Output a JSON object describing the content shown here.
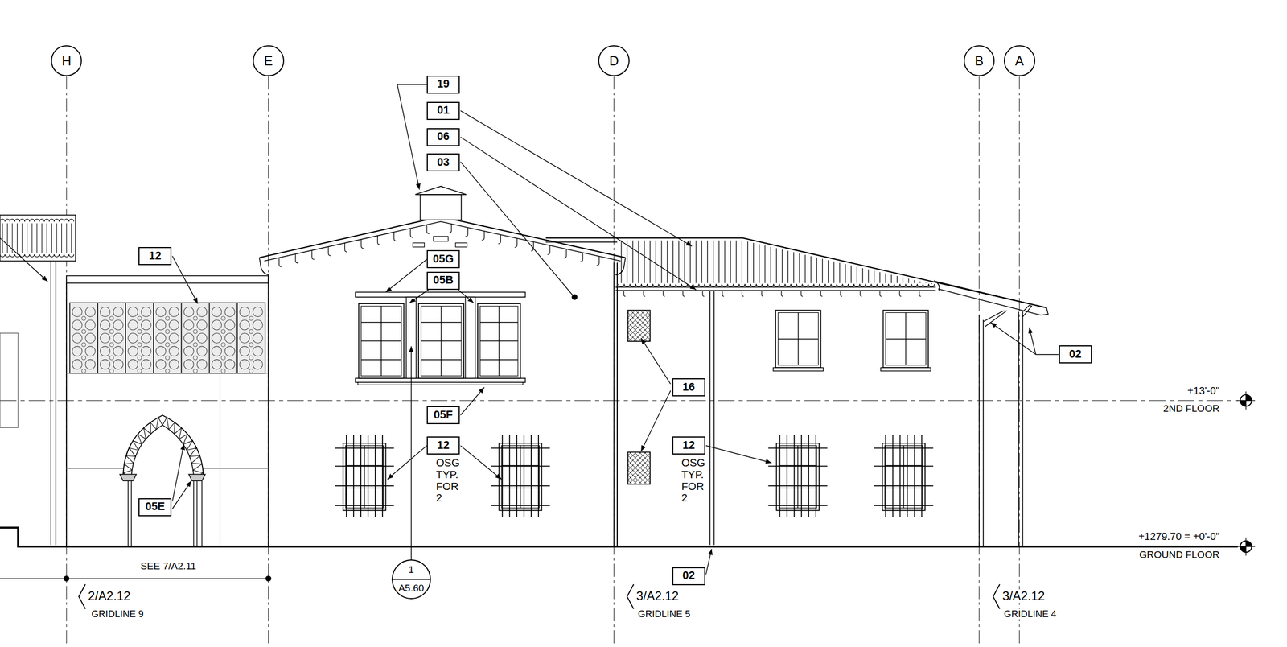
{
  "diagram": {
    "nodes": [
      {
        "text": [
          "H"
        ]
      },
      {
        "text": [
          "E"
        ]
      },
      {
        "text": [
          "D"
        ]
      },
      {
        "text": [
          "B"
        ]
      },
      {
        "text": [
          "A"
        ]
      },
      {
        "text": [
          "19"
        ]
      },
      {
        "text": [
          "01"
        ]
      },
      {
        "text": [
          "06"
        ]
      },
      {
        "text": [
          "03"
        ]
      },
      {
        "text": [
          "12"
        ]
      },
      {
        "text": [
          "05G"
        ]
      },
      {
        "text": [
          "05B"
        ]
      },
      {
        "text": [
          "16"
        ]
      },
      {
        "text": [
          "02"
        ]
      },
      {
        "text": [
          "05F"
        ]
      },
      {
        "text": [
          "12"
        ]
      },
      {
        "text": [
          "12"
        ]
      },
      {
        "text": [
          "05E"
        ]
      },
      {
        "text": [
          "02"
        ]
      },
      {
        "text": [
          "1",
          "A5.60"
        ]
      }
    ],
    "labels": [
      "OSG TYP. FOR 2",
      "OSG TYP. FOR 2",
      "+13'-0\"",
      "2ND FLOOR",
      "+1279.70 = +0'-0\"",
      "GROUND FLOOR",
      "SEE 7/A2.11",
      "2/A2.12",
      "GRIDLINE 9",
      "3/A2.12",
      "GRIDLINE 5",
      "3/A2.12",
      "GRIDLINE 4"
    ]
  }
}
